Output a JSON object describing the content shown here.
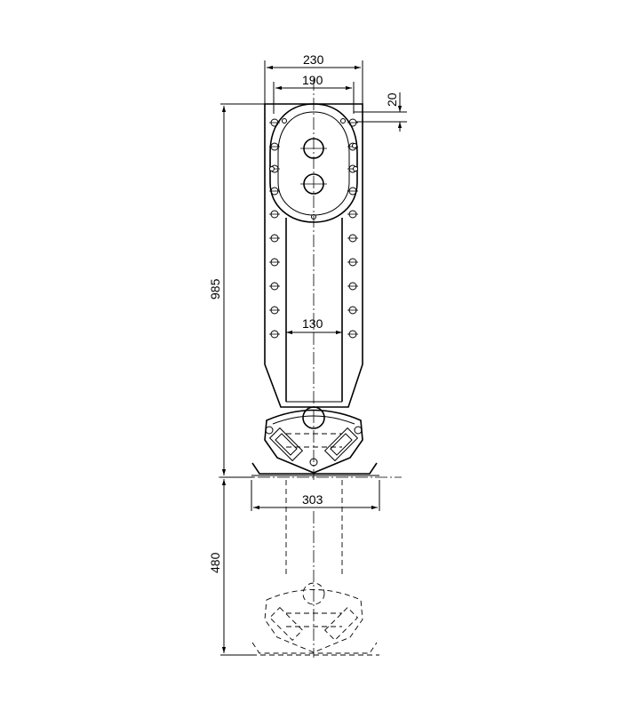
{
  "dimensions": {
    "top_width": "230",
    "inner_width": "190",
    "offset": "20",
    "overall_height": "985",
    "column_width": "130",
    "base_width": "303",
    "retracted_height": "480"
  },
  "colors": {
    "line": "#000000",
    "background": "#ffffff"
  }
}
